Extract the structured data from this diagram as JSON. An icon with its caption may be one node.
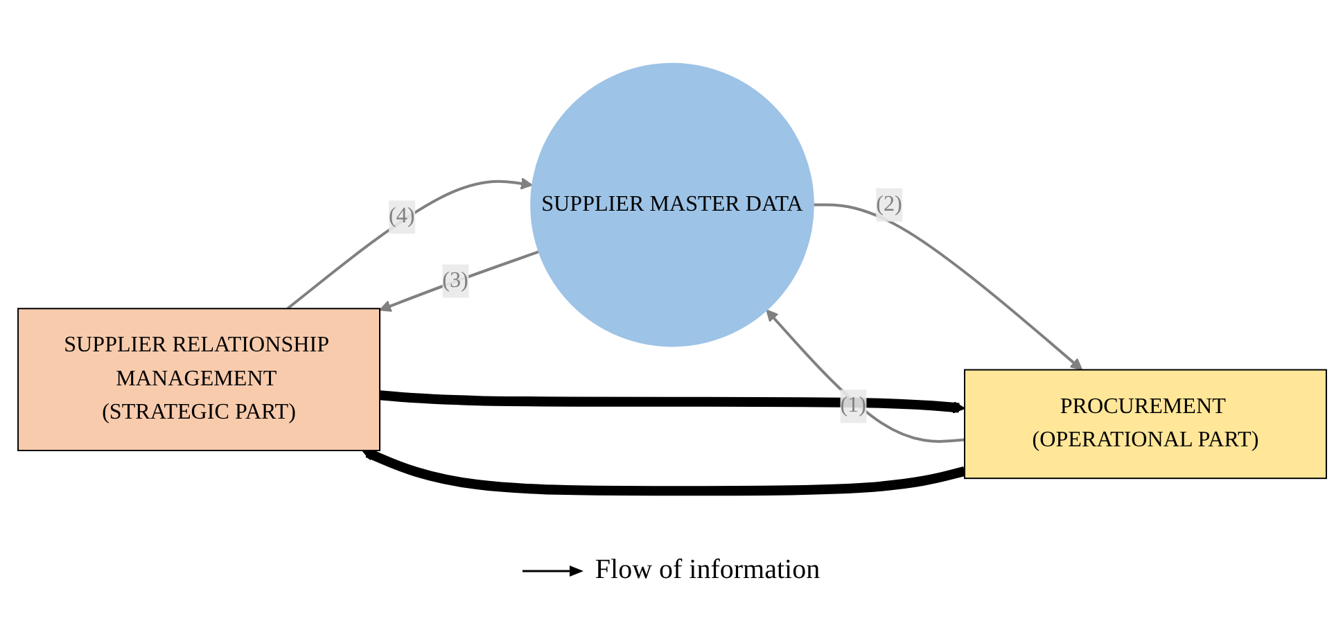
{
  "diagram": {
    "nodes": [
      {
        "text": [
          "SUPPLIER RELATIONSHIP MANAGEMENT (STRATEGIC PART)"
        ]
      },
      {
        "text": [
          "SUPPLIER MASTER DATA"
        ]
      },
      {
        "text": [
          "PROCUREMENT (OPERATIONAL PART)"
        ]
      }
    ],
    "edges": [
      {
        "from": 0,
        "to": 1,
        "arrow": "to",
        "label": "(4)"
      },
      {
        "from": 1,
        "to": 0,
        "arrow": "to",
        "label": "(3)"
      },
      {
        "from": 1,
        "to": 2,
        "arrow": "to",
        "label": "(2)"
      },
      {
        "from": 2,
        "to": 1,
        "arrow": "to",
        "label": "(1)"
      },
      {
        "from": 2,
        "to": 0,
        "arrow": "to",
        "style": "thick",
        "color": "#000000"
      },
      {
        "from": 0,
        "to": 2,
        "arrow": "to",
        "style": "thick",
        "color": "#000000"
      }
    ],
    "legend": [
      {
        "text": "Flow of information"
      }
    ]
  }
}
